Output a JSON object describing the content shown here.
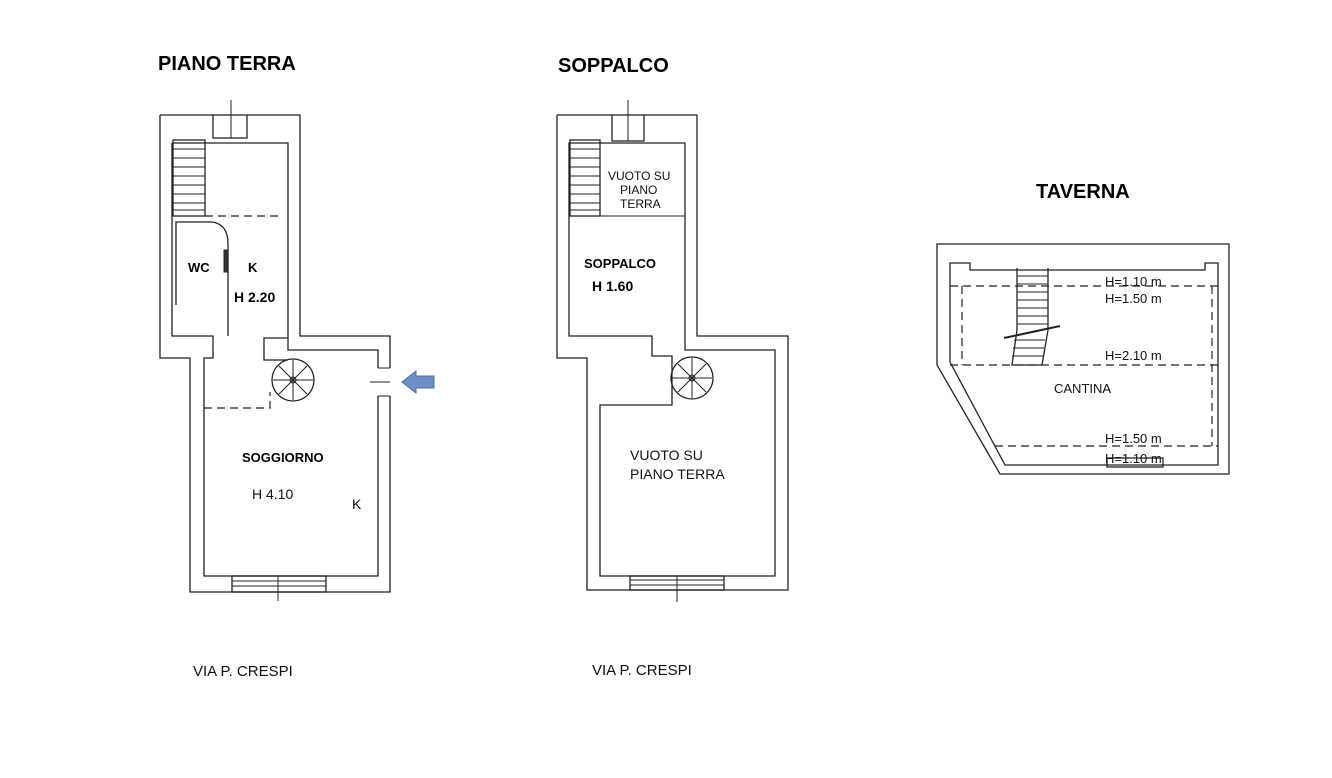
{
  "piano_terra": {
    "title": "PIANO TERRA",
    "rooms": {
      "wc": "WC",
      "kitchen": "K",
      "kitchen_height": "H 2.20",
      "living": "SOGGIORNO",
      "living_height": "H 4.10",
      "living_kitchen": "K"
    },
    "street": "VIA P. CRESPI"
  },
  "soppalco": {
    "title": "SOPPALCO",
    "void_upper": [
      "VUOTO SU",
      "PIANO",
      "TERRA"
    ],
    "loft": "SOPPALCO",
    "loft_height": "H 1.60",
    "void_lower": [
      "VUOTO SU",
      "PIANO TERRA"
    ],
    "street": "VIA P. CRESPI"
  },
  "taverna": {
    "title": "TAVERNA",
    "room": "CANTINA",
    "heights": [
      "H=1.10 m",
      "H=1.50 m",
      "H=2.10 m",
      "H=1.50 m",
      "H=1.10 m"
    ]
  },
  "icons": {
    "entrance": "arrow-left-icon",
    "stairs": "stair-icon",
    "spiral_stairs": "spiral-stair-icon"
  },
  "colors": {
    "lines": "#222222",
    "entrance_arrow": "#6d8fc8",
    "entrance_arrow_border": "#4a6ea8"
  }
}
